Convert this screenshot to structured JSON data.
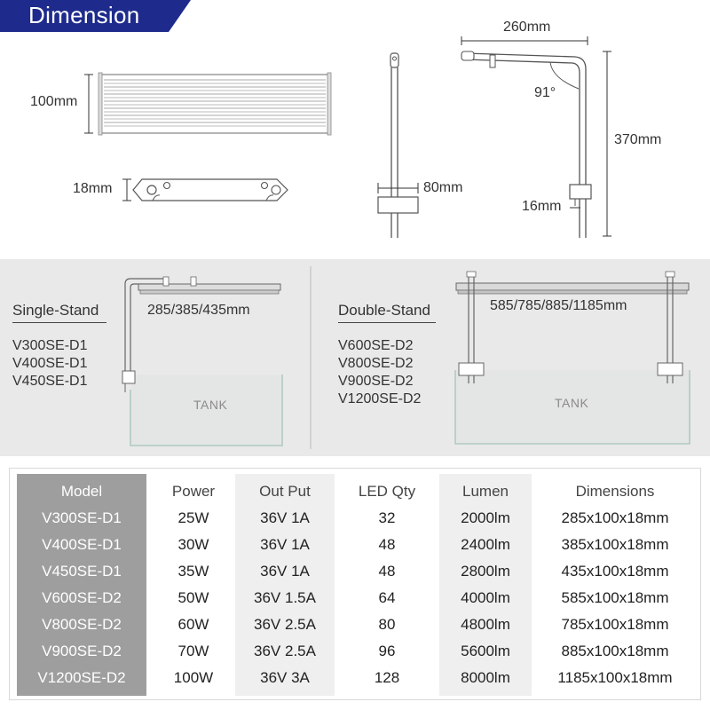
{
  "banner": {
    "title": "Dimension",
    "color": "#1e2b8c"
  },
  "dimensions": {
    "height_front": "100mm",
    "thickness": "18mm",
    "arm_width": "260mm",
    "angle": "91°",
    "stand_height": "370mm",
    "clamp_width": "80mm",
    "clamp_gap": "16mm"
  },
  "single_stand": {
    "title": "Single-Stand",
    "models": [
      "V300SE-D1",
      "V400SE-D1",
      "V450SE-D1"
    ],
    "span": "285/385/435mm",
    "tank": "TANK"
  },
  "double_stand": {
    "title": "Double-Stand",
    "models": [
      "V600SE-D2",
      "V800SE-D2",
      "V900SE-D2",
      "V1200SE-D2"
    ],
    "span": "585/785/885/1185mm",
    "tank": "TANK"
  },
  "table": {
    "headers": [
      "Model",
      "Power",
      "Out Put",
      "LED Qty",
      "Lumen",
      "Dimensions"
    ],
    "rows": [
      [
        "V300SE-D1",
        "25W",
        "36V 1A",
        "32",
        "2000lm",
        "285x100x18mm"
      ],
      [
        "V400SE-D1",
        "30W",
        "36V 1A",
        "48",
        "2400lm",
        "385x100x18mm"
      ],
      [
        "V450SE-D1",
        "35W",
        "36V 1A",
        "48",
        "2800lm",
        "435x100x18mm"
      ],
      [
        "V600SE-D2",
        "50W",
        "36V 1.5A",
        "64",
        "4000lm",
        "585x100x18mm"
      ],
      [
        "V800SE-D2",
        "60W",
        "36V 2.5A",
        "80",
        "4800lm",
        "785x100x18mm"
      ],
      [
        "V900SE-D2",
        "70W",
        "36V 2.5A",
        "96",
        "5600lm",
        "885x100x18mm"
      ],
      [
        "V1200SE-D2",
        "100W",
        "36V 3A",
        "128",
        "8000lm",
        "1185x100x18mm"
      ]
    ]
  }
}
